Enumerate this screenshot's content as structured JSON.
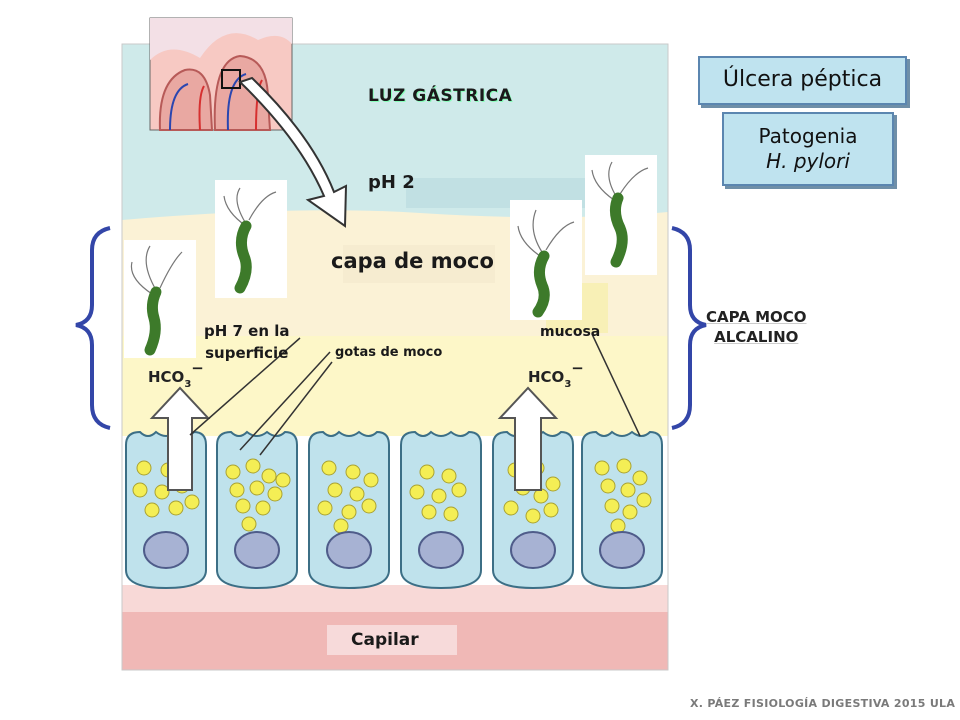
{
  "title": "Úlcera péptica",
  "subtitle_line1": "Patogenia",
  "subtitle_line2": "H. pylori",
  "labels": {
    "lumen": "LUZ GÁSTRICA",
    "ph_lumen": "pH 2",
    "mucus_layer": "capa de moco",
    "ph_surface_line1": "pH 7 en la",
    "ph_surface_line2": "superficie",
    "mucus_droplets": "gotas de moco",
    "mucosa": "mucosa",
    "alkaline_layer_line1": "CAPA MOCO",
    "alkaline_layer_line2": "ALCALINO",
    "bicarbonate_left": "HCO",
    "bicarbonate_right": "HCO",
    "capillary": "Capilar"
  },
  "footer": "X. PÁEZ   FISIOLOGÍA DIGESTIVA 2015  ULA",
  "colors": {
    "lumen": "#cfeaea",
    "mucus": "#fbf2d6",
    "alkaline": "#fdf7c8",
    "cells": "#bfe2ec",
    "capillary": "#f0b8b6",
    "granule": "#f4ee55",
    "nucleus": "#a7b2d3",
    "bracket": "#3346a8"
  }
}
